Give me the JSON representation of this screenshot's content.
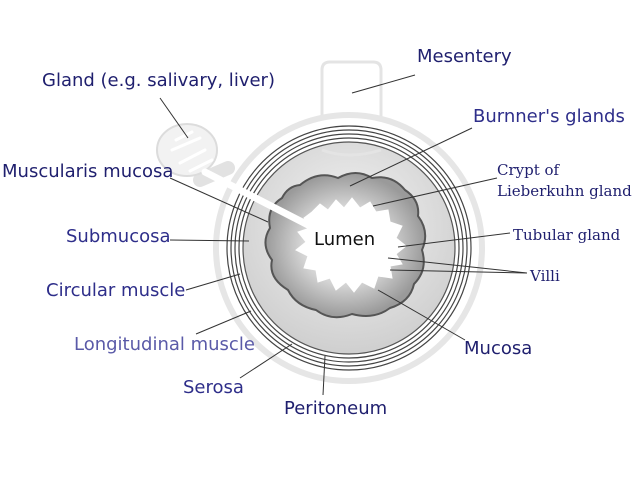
{
  "labels": {
    "mesentery": "Mesentery",
    "gland": "Gland (e.g. salivary, liver)",
    "burners_glands": "Burnner's glands",
    "muscularis_mucosa": "Muscularis mucosa",
    "crypt_line1": "Crypt of",
    "crypt_line2": "Lieberkuhn gland",
    "submucosa": "Submucosa",
    "lumen": "Lumen",
    "tubular_gland": "Tubular gland",
    "villi": "Villi",
    "circular_muscle": "Circular muscle",
    "longitudinal_muscle": "Longitudinal muscle",
    "mucosa": "Mucosa",
    "serosa": "Serosa",
    "peritoneum": "Peritoneum"
  },
  "colors": {
    "label_dark": "#1f1f6e",
    "label_light": "#5a5aa8",
    "leader": "#333333",
    "outline": "#e6e6e6"
  }
}
